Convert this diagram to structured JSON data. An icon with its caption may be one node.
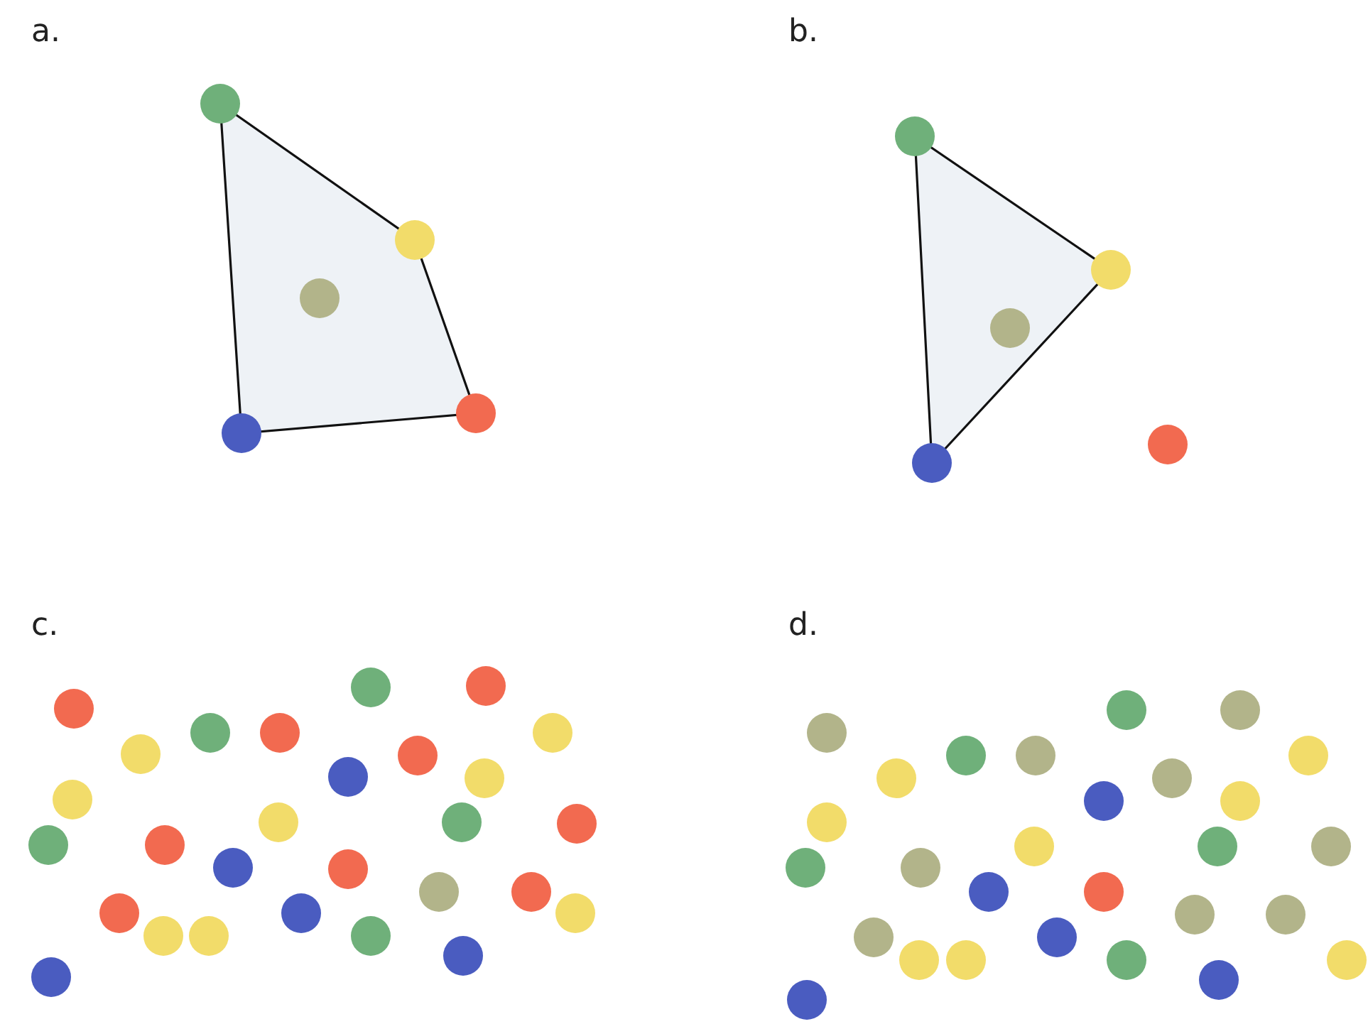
{
  "diagram": {
    "labels": [
      "a.",
      "b.",
      "c.",
      "d."
    ]
  }
}
